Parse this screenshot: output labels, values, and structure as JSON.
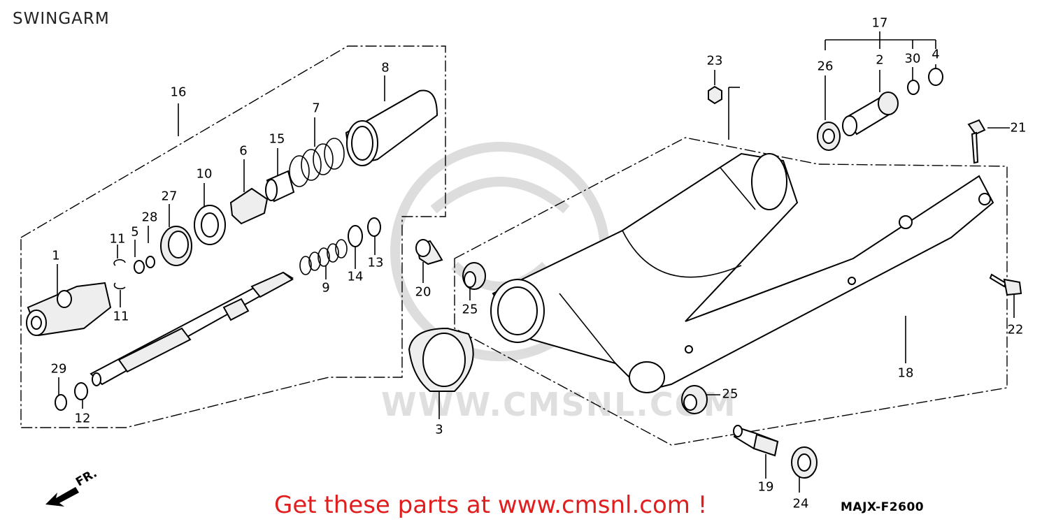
{
  "title": "SWINGARM",
  "footer": {
    "promo": "Get these parts at www.cmsnl.com !",
    "code": "MAJX-F2600"
  },
  "watermark": "WWW.CMSNL.COM",
  "direction_label": "FR.",
  "colors": {
    "promo_text": "#e11d1d",
    "lines": "#000000",
    "watermark": "#aaaaaa"
  },
  "callouts": {
    "c1": "1",
    "c2": "2",
    "c3": "3",
    "c4": "4",
    "c5": "5",
    "c6": "6",
    "c7": "7",
    "c8": "8",
    "c9": "9",
    "c10": "10",
    "c11a": "11",
    "c11b": "11",
    "c12": "12",
    "c13": "13",
    "c14": "14",
    "c15": "15",
    "c16": "16",
    "c17": "17",
    "c18": "18",
    "c19": "19",
    "c20": "20",
    "c21": "21",
    "c22": "22",
    "c23": "23",
    "c24": "24",
    "c25a": "25",
    "c25b": "25",
    "c26": "26",
    "c27": "27",
    "c28": "28",
    "c29": "29",
    "c30": "30"
  }
}
